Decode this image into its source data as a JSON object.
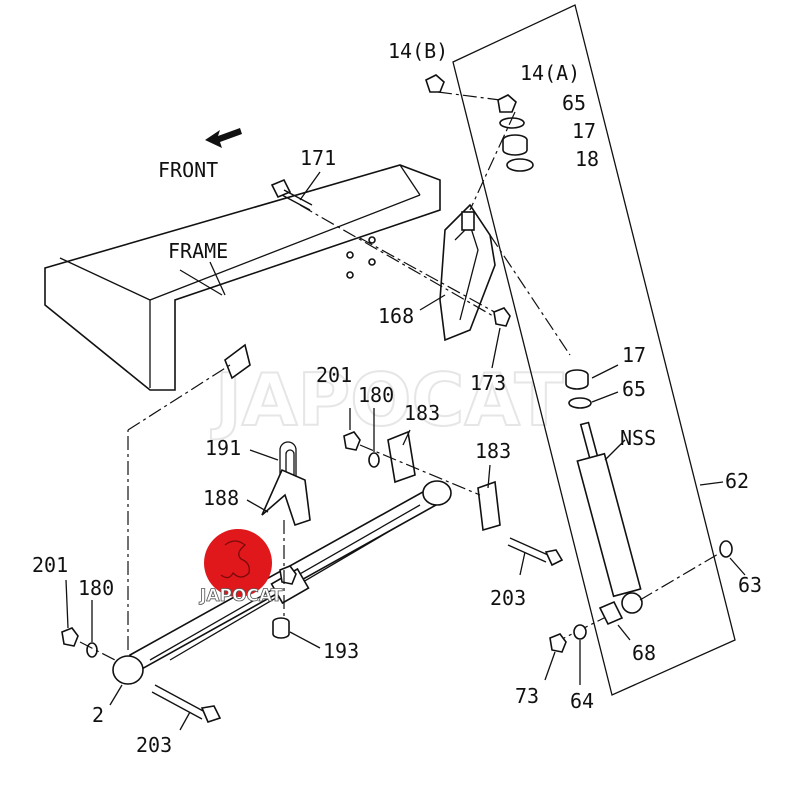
{
  "diagram": {
    "direction_label": "FRONT",
    "frame_label": "FRAME",
    "callouts": {
      "p14b": "14(B)",
      "p14a": "14(A)",
      "p65_top": "65",
      "p17_top": "17",
      "p18": "18",
      "p171": "171",
      "p168": "168",
      "p173": "173",
      "p17_mid": "17",
      "p65_mid": "65",
      "nss": "NSS",
      "p62": "62",
      "p201_mid": "201",
      "p180_mid": "180",
      "p183_a": "183",
      "p183_b": "183",
      "p191": "191",
      "p188": "188",
      "p203_mid": "203",
      "p201_left": "201",
      "p180_left": "180",
      "p193": "193",
      "p63": "63",
      "p68": "68",
      "p2": "2",
      "p73": "73",
      "p64": "64",
      "p203_bottom": "203"
    },
    "watermark": "JAPOCAT",
    "logo_text": "JAPOCAT",
    "logo_color": "#e0181b"
  }
}
